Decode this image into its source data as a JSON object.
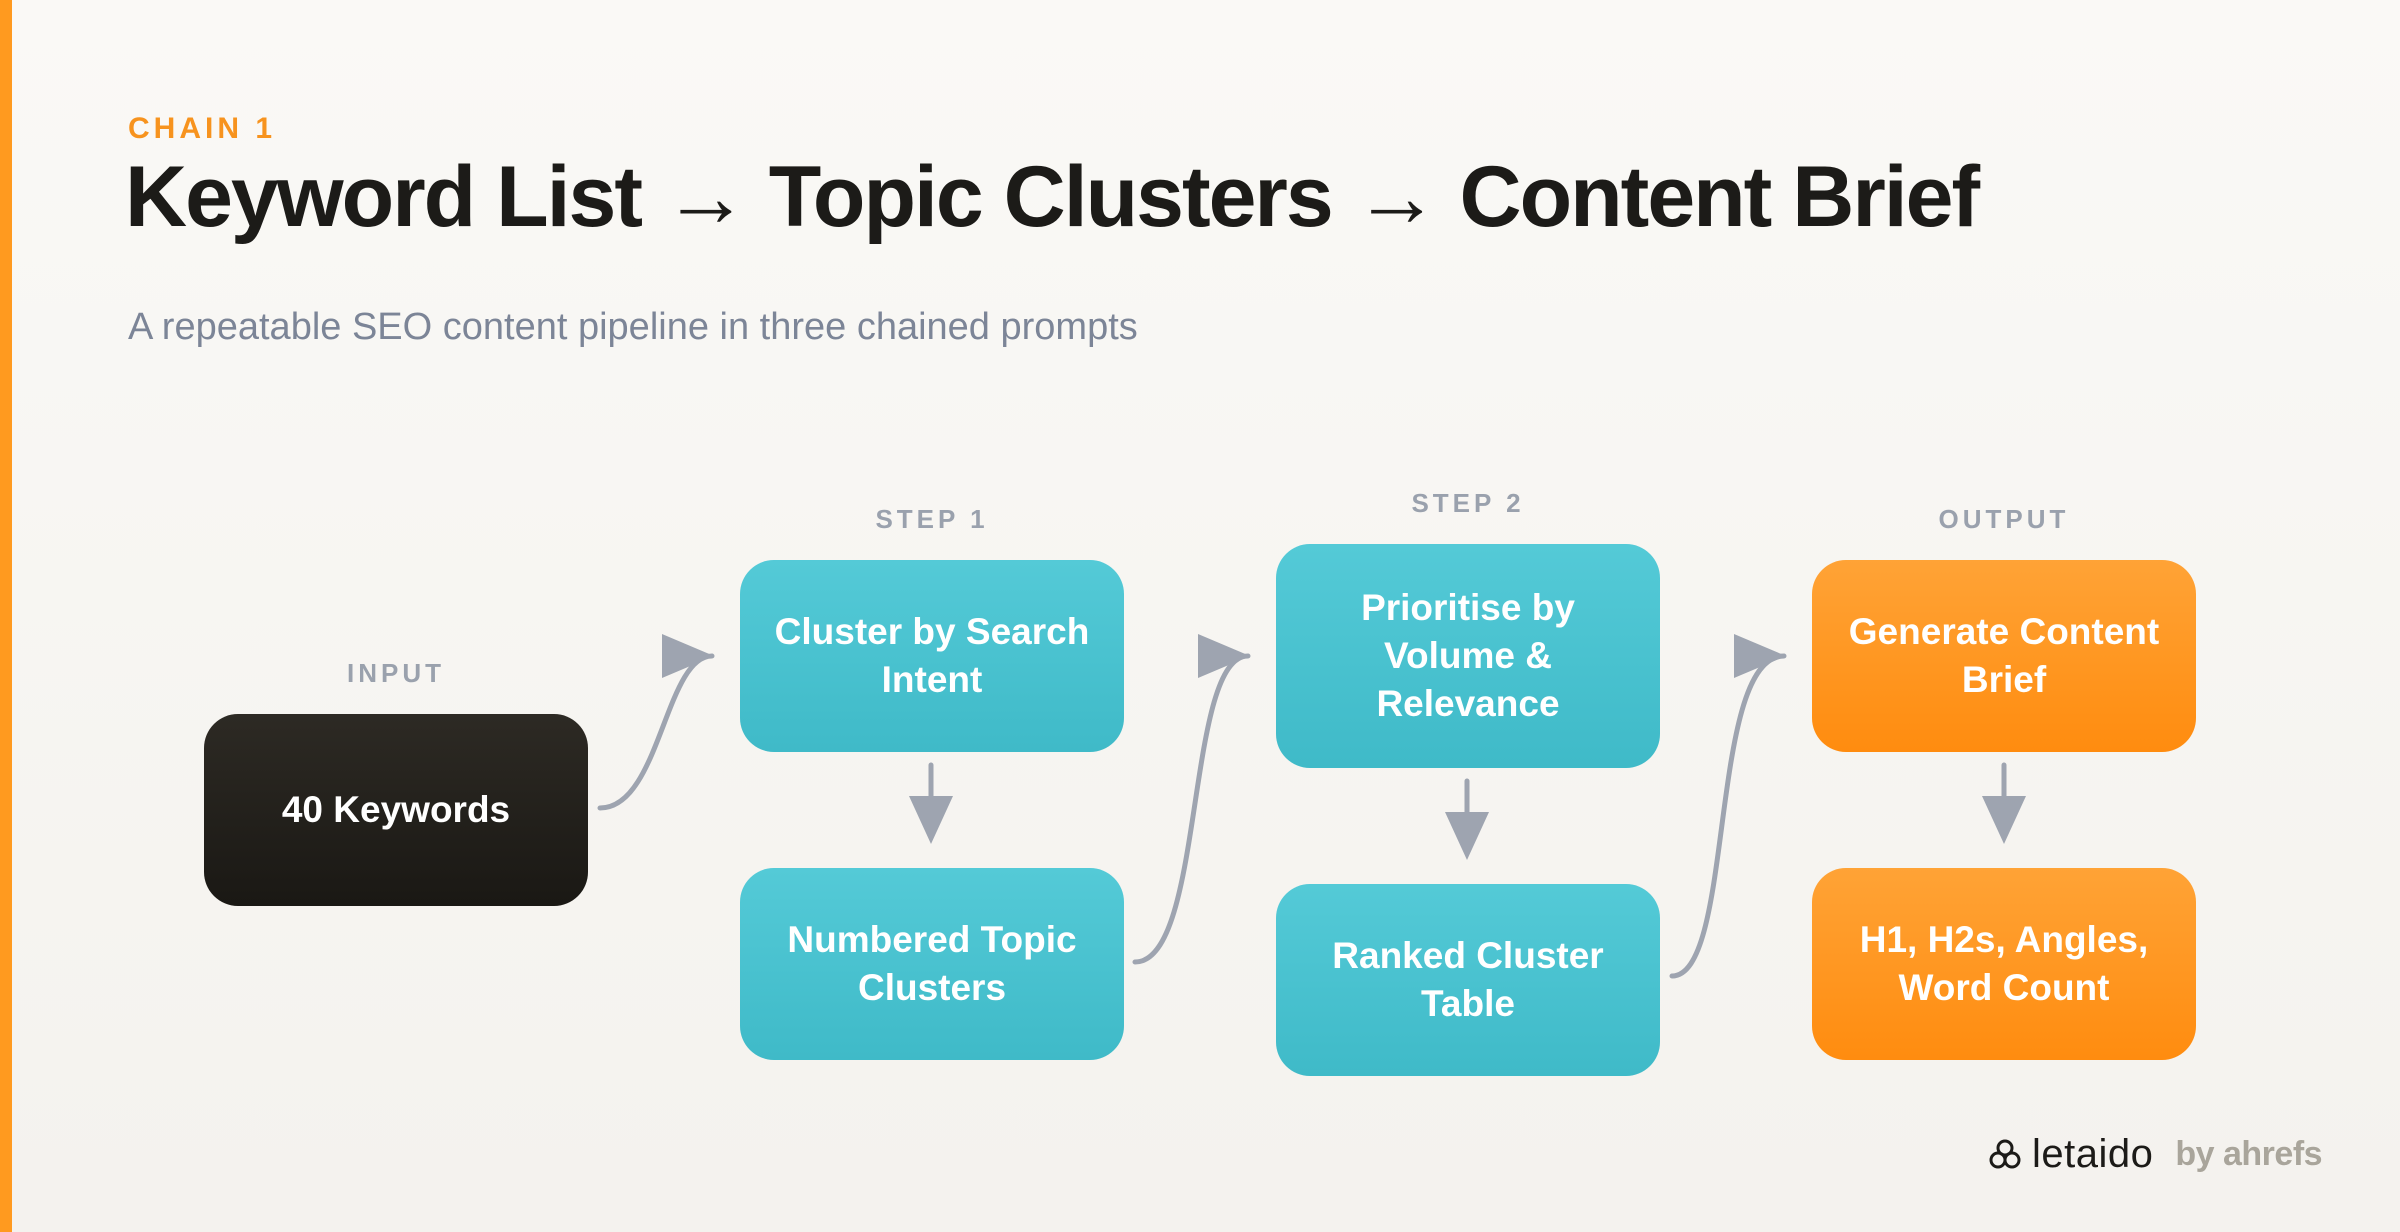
{
  "eyebrow": "CHAIN 1",
  "title": "Keyword List → Topic Clusters → Content Brief",
  "subtitle": "A repeatable SEO content pipeline in three chained prompts",
  "stages": {
    "input": {
      "label": "INPUT",
      "node": "40 Keywords"
    },
    "step1": {
      "label": "STEP 1",
      "top": "Cluster by Search Intent",
      "bottom": "Numbered Topic Clusters"
    },
    "step2": {
      "label": "STEP 2",
      "top": "Prioritise by Volume & Relevance",
      "bottom": "Ranked Cluster Table"
    },
    "output": {
      "label": "OUTPUT",
      "top": "Generate Content Brief",
      "bottom": "H1, H2s, Angles, Word Count"
    }
  },
  "brand": {
    "name": "letaido",
    "by": "by ahrefs"
  },
  "colors": {
    "accent": "#ff9a1f",
    "dark": "#1f1d19",
    "teal": "#4ac2cf",
    "orange": "#ff9420",
    "connector": "#9aa1ad"
  }
}
